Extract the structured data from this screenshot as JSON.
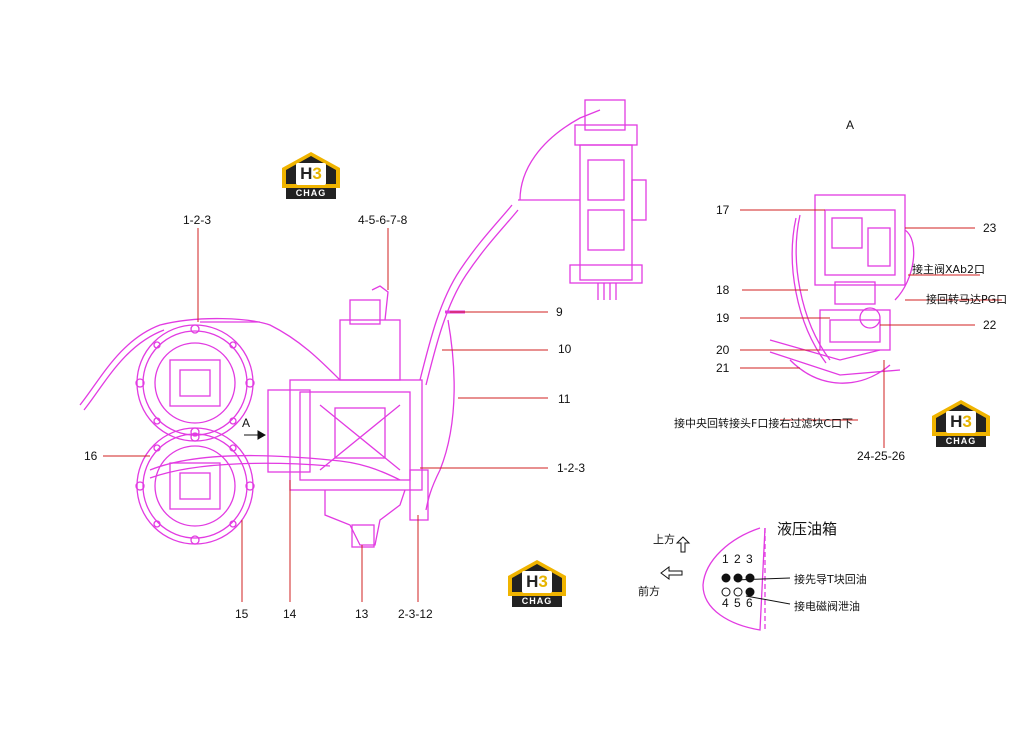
{
  "labels": {
    "l123_top": "1-2-3",
    "l45678": "4-5-6-7-8",
    "l9": "9",
    "l10": "10",
    "l11": "11",
    "l123_mid": "1-2-3",
    "l16": "16",
    "l15": "15",
    "l14": "14",
    "l13": "13",
    "l2312": "2-3-12",
    "lA_left": "A",
    "lA_view": "A",
    "l17": "17",
    "l18": "18",
    "l19": "19",
    "l20": "20",
    "l21": "21",
    "l22": "22",
    "l23": "23",
    "l242526": "24-25-26"
  },
  "notes": {
    "main_valve_xab2": "接主阀XAb2口",
    "swing_motor_pg": "接回转马达PG口",
    "center_joint": "接中央回转接头F口接右过滤块C口下",
    "hydraulic_tank": "液压油箱",
    "up": "上方",
    "front": "前方",
    "pilot_return": "接先导T块回油",
    "solenoid_drain": "接电磁阀泄油",
    "port_1": "1",
    "port_2": "2",
    "port_3": "3",
    "port_4": "4",
    "port_5": "5",
    "port_6": "6"
  },
  "logo": {
    "mark_h": "H",
    "mark_3": "3",
    "sub": "CHAG"
  },
  "colors": {
    "drawing": "#e23be2",
    "leader": "#d02020",
    "logo_yellow": "#f0b400",
    "logo_dark": "#222222"
  }
}
